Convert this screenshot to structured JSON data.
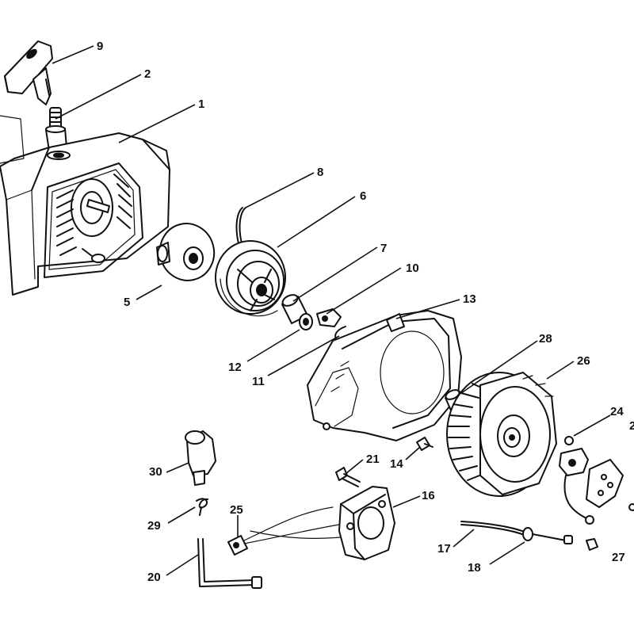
{
  "colors": {
    "ink": "#111111",
    "paper": "#ffffff"
  },
  "callouts": {
    "p1": "1",
    "p2": "2",
    "p5": "5",
    "p6": "6",
    "p7": "7",
    "p8": "8",
    "p9": "9",
    "p10": "10",
    "p11": "11",
    "p12": "12",
    "p13": "13",
    "p14": "14",
    "p16": "16",
    "p17": "17",
    "p18": "18",
    "p20": "20",
    "p21": "21",
    "p24": "24",
    "p25": "25",
    "p26": "26",
    "p27": "27",
    "p28": "28",
    "p29": "29",
    "p30": "30",
    "p_cut": "2"
  }
}
